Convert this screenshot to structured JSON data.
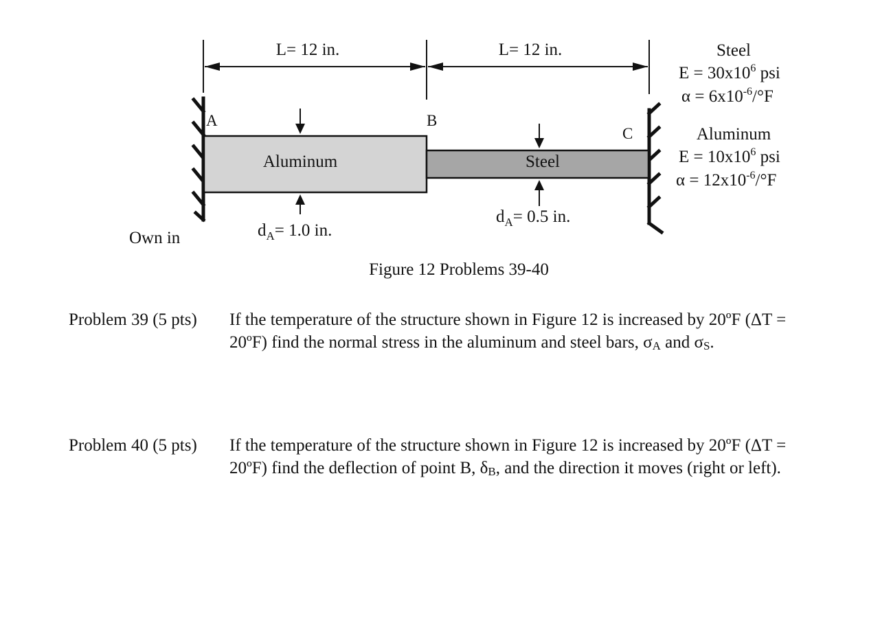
{
  "figure": {
    "dim_left": "L= 12 in.",
    "dim_right": "L= 12 in.",
    "point_a": "A",
    "point_b": "B",
    "point_c": "C",
    "aluminum_bar_label": "Aluminum",
    "steel_bar_label": "Steel",
    "d_symbol": "d",
    "d_sub": "A",
    "aluminum_diameter": "= 1.0 in.",
    "steel_diameter": "= 0.5 in.",
    "side_note": "Own in",
    "caption": "Figure 12 Problems 39-40",
    "steel_props": {
      "title": "Steel",
      "e_prefix": "E = 30x10",
      "e_exp": "6",
      "e_unit": " psi",
      "alpha_prefix": "α = 6x10",
      "alpha_exp": "-6",
      "alpha_unit": "/°F"
    },
    "aluminum_props": {
      "title": "Aluminum",
      "e_prefix": "E = 10x10",
      "e_exp": "6",
      "e_unit": " psi",
      "alpha_prefix": "α = 12x10",
      "alpha_exp": "-6",
      "alpha_unit": "/°F"
    }
  },
  "problems": [
    {
      "label": "Problem 39  (5 pts)",
      "text_1": "If the temperature of the structure shown in Figure 12 is increased by 20ºF (ΔT = 20ºF) find the normal stress in the aluminum and steel bars, ",
      "sym_1": "σ",
      "sym_1_sub": "A",
      "text_2": " and ",
      "sym_2": "σ",
      "sym_2_sub": "S",
      "text_3": "."
    },
    {
      "label": "Problem 40  (5 pts)",
      "text_1": "If the temperature of the structure shown in Figure 12 is increased by 20ºF (ΔT = 20ºF) find the deflection of point B, ",
      "sym_1": "δ",
      "sym_1_sub": "B",
      "text_2": ", and the direction it moves (right or left)."
    }
  ]
}
